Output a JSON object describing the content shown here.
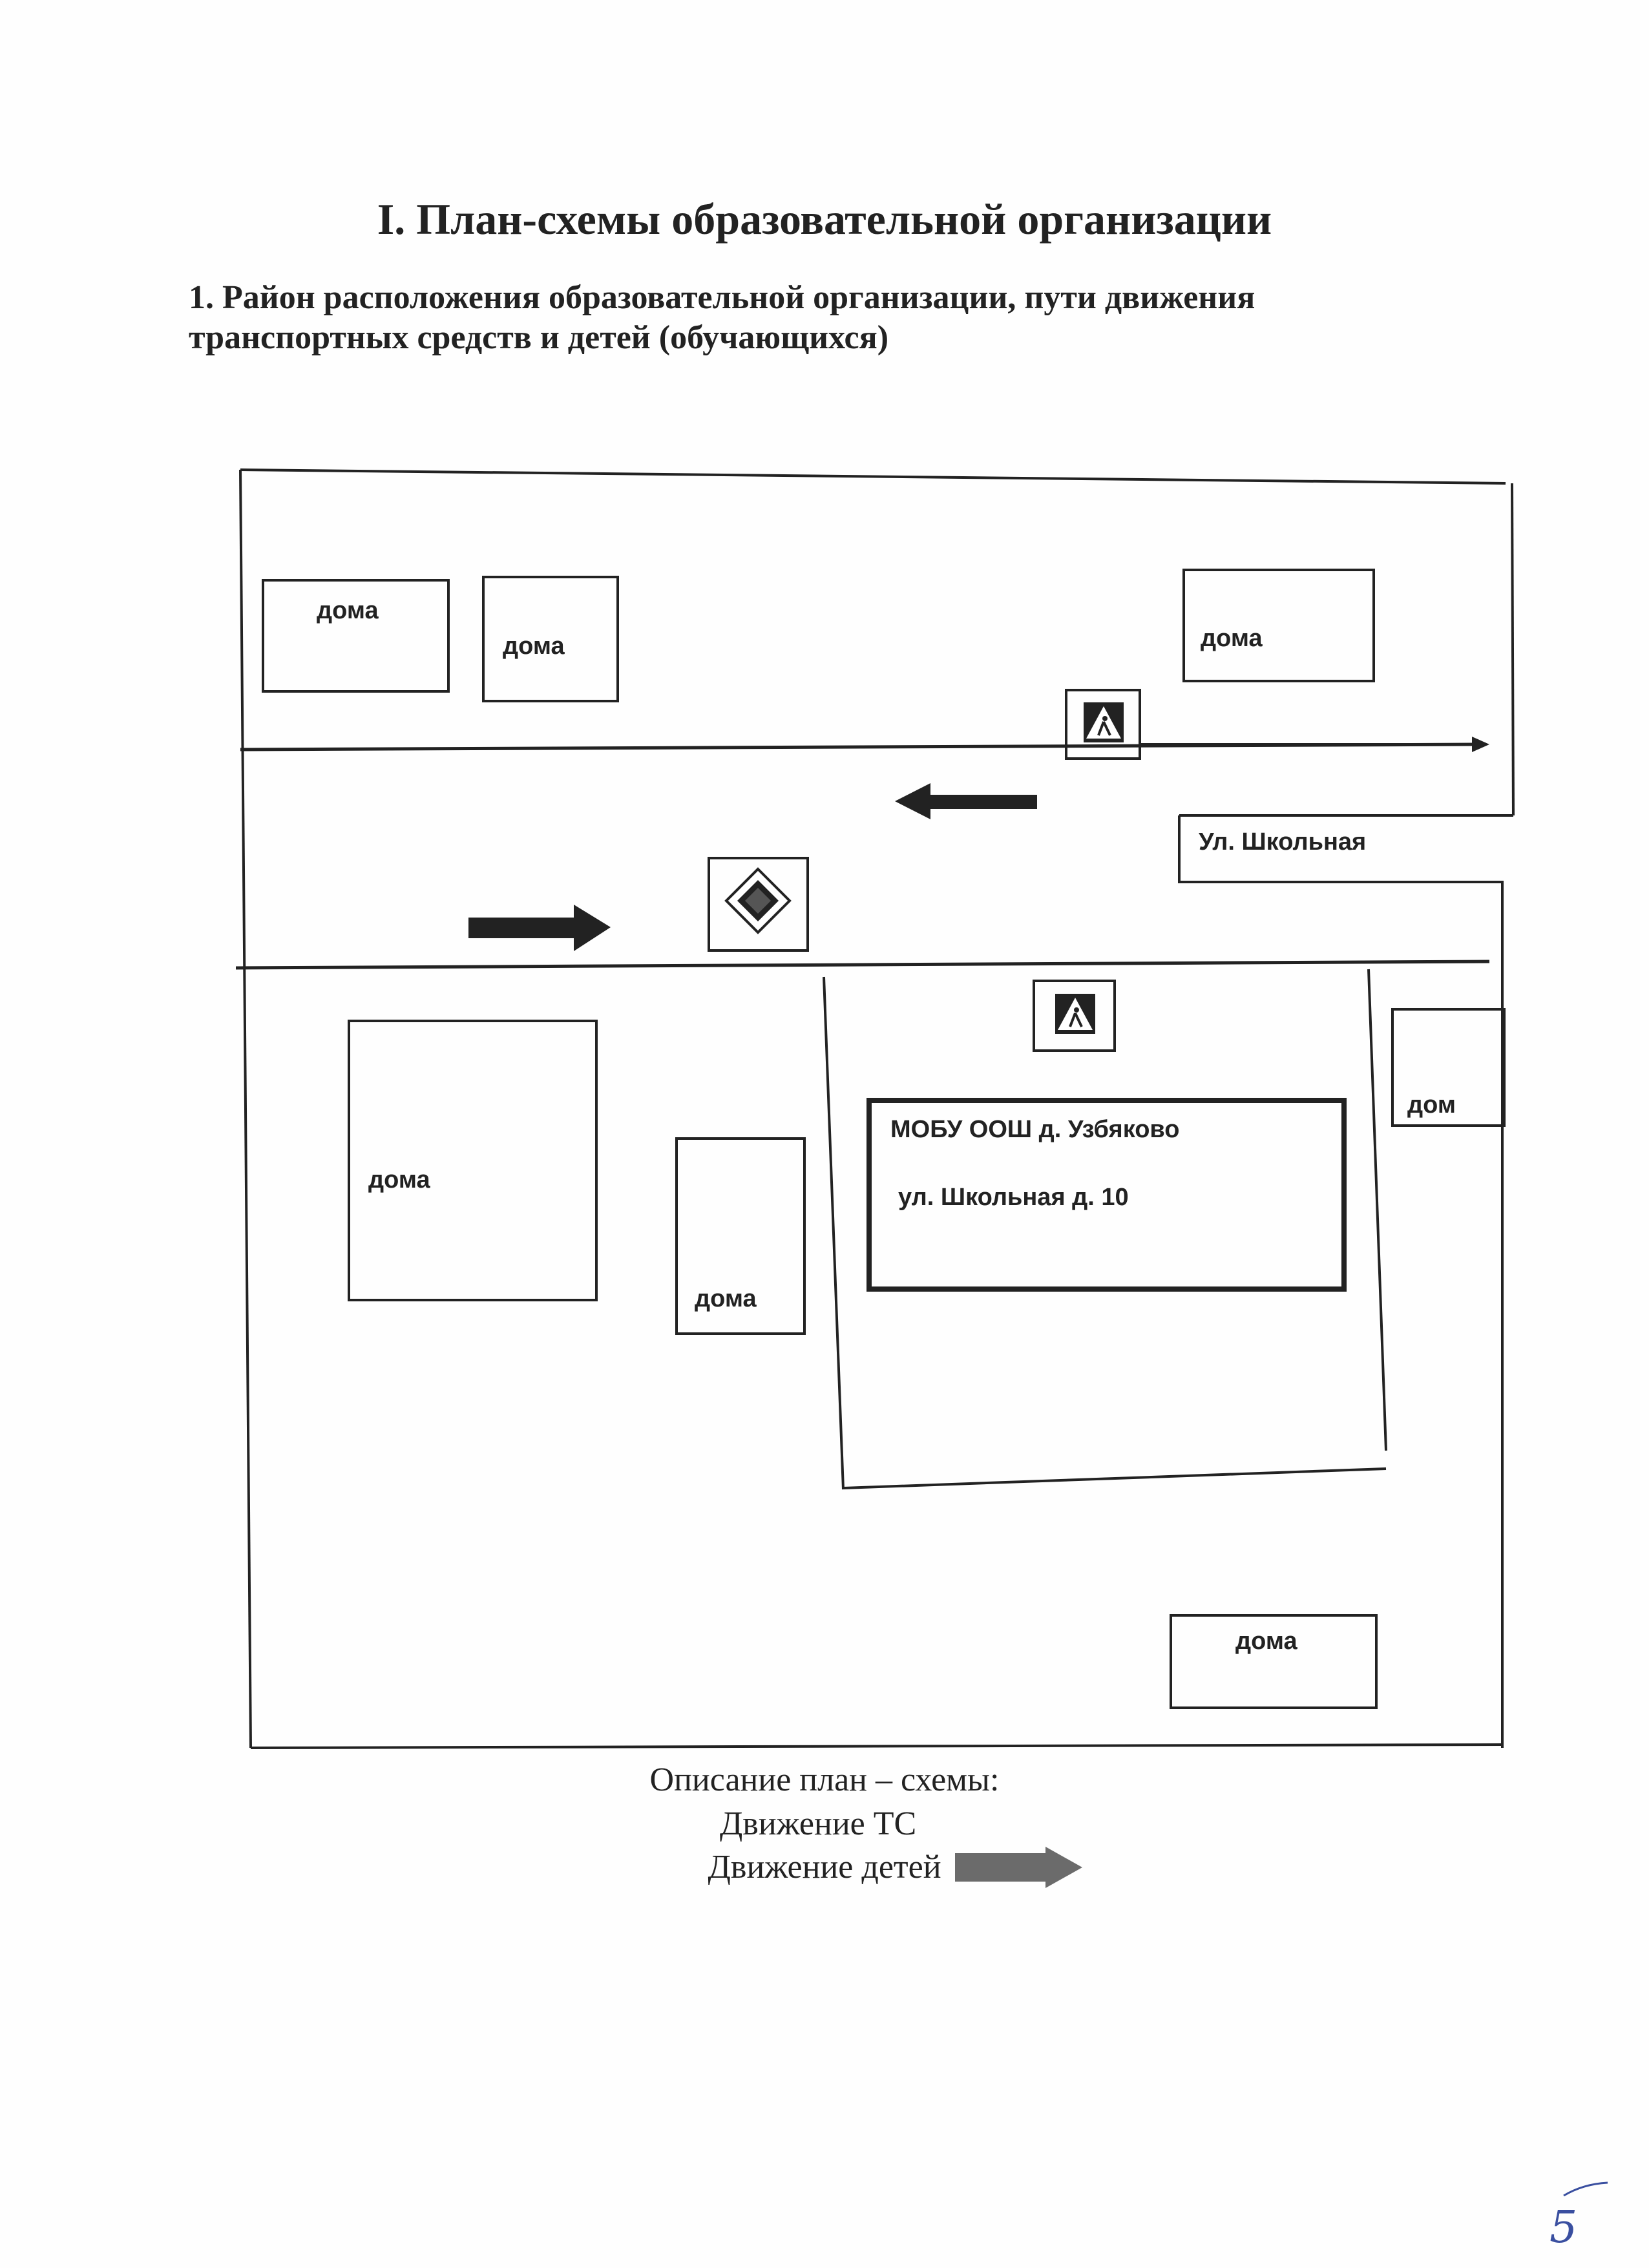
{
  "title": "I. План-схемы образовательной организации",
  "subtitle": "1. Район расположения образовательной организации, пути движения транспортных средств и детей (обучающихся)",
  "map": {
    "houses": [
      "дома",
      "дома",
      "дома",
      "дома",
      "дома",
      "дома",
      "дом"
    ],
    "street_label": "Ул. Школьная",
    "school_name": "МОБУ ООШ д. Узбяково",
    "school_address": "ул. Школьная д. 10",
    "icons": [
      "pedestrian-crossing-sign-icon",
      "priority-road-sign-icon",
      "pedestrian-crossing-sign-icon"
    ]
  },
  "legend": {
    "heading": "Описание план – схемы:",
    "vehicles": "Движение ТС",
    "children": "Движение детей"
  },
  "page_number": "5",
  "colors": {
    "ink": "#222222",
    "legend_arrow": "#6b6b6b"
  }
}
